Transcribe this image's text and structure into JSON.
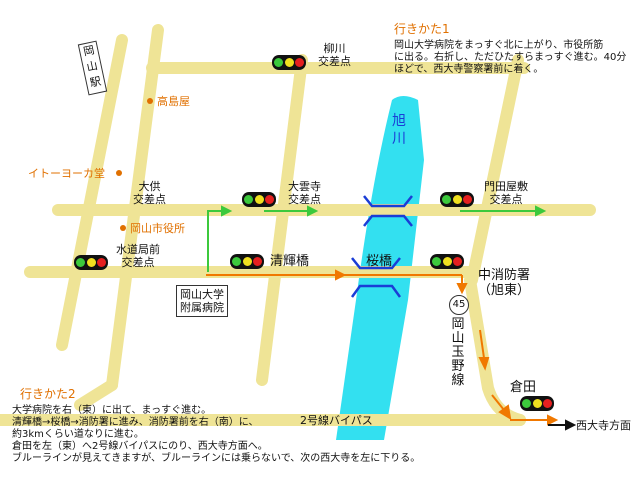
{
  "station": "岡山駅",
  "river": "旭川",
  "places": {
    "takashimaya": "高島屋",
    "itoyokado": "イトーヨーカ堂",
    "city_hall": "岡山市役所"
  },
  "intersections": {
    "yanagawa": "柳川\n交差点",
    "daiku": "大供\n交差点",
    "daiunji": "大雲寺\n交差点",
    "monden": "門田屋敷\n交差点",
    "suidou": "水道局前\n交差点"
  },
  "bridges": {
    "seiki": "清輝橋",
    "sakura": "桜橋"
  },
  "hospital": "岡山大学\n附属病院",
  "fire_station": "中消防署\n（旭東）",
  "route_number": "45",
  "route_name": "岡山玉野線",
  "kurata": "倉田",
  "bypass": "2号線バイパス",
  "saidaiji": "西大寺方面",
  "route1": {
    "title": "行きかた1",
    "lines": [
      "岡山大学病院をまっすぐ北に上がり、市役所筋",
      "に出る。右折し、ただひたすらまっすぐ進む。40分",
      "ほどで、西大寺警察署前に着く。"
    ]
  },
  "route2": {
    "title": "行きかた2",
    "lines": [
      "大学病院を右（東）に出て、まっすぐ進む。",
      "清輝橋→桜橋→消防署に進み、消防署前を右（南）に、",
      "約3kmくらい道なりに進む。",
      "倉田を左（東）へ2号線バイパスにのり、西大寺方面へ。",
      "ブルーラインが見えてきますが、ブルーラインには乗らないで、次の西大寺を左に下りる。"
    ]
  },
  "colors": {
    "road": "#efe496",
    "river": "#33e0f0",
    "bridge": "#1a3dd6",
    "route1_line": "#3cc93c",
    "route2_line": "#f07800",
    "accent": "#e07000"
  }
}
